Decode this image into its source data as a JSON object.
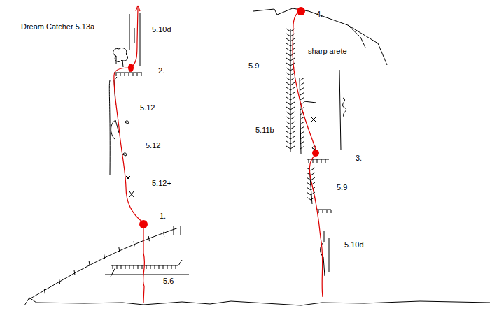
{
  "diagram": {
    "title": "Dream Catcher  5.13a",
    "labels": [
      "5.10d",
      "2.",
      "5.12",
      "5.12",
      "5.12+",
      "1.",
      "5.6",
      "4.",
      "sharp arete",
      "5.9",
      "5.11b",
      "3.",
      "5.9",
      "5.10d"
    ]
  }
}
